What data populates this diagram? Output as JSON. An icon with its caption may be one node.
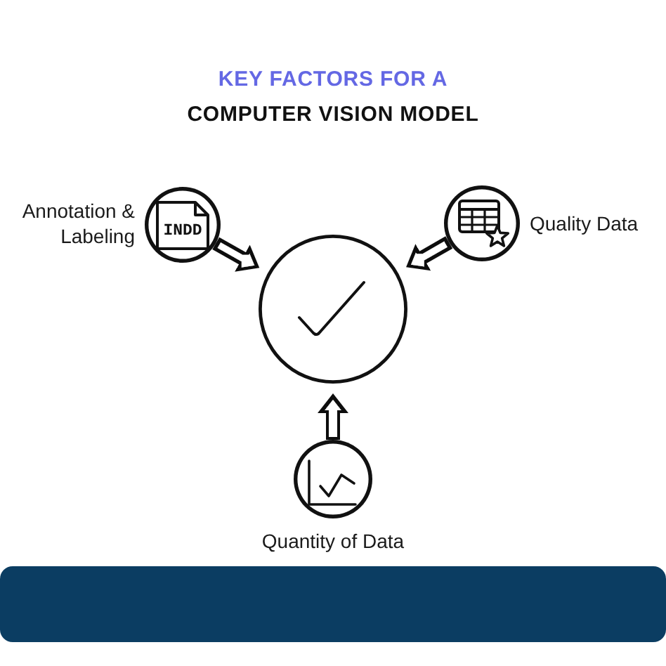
{
  "diagram": {
    "title": "KEY FACTORS FOR A",
    "nodes": [
      {
        "text": [],
        "shape": "circle",
        "beside": [
          "Annotation & Labeling"
        ]
      },
      {
        "text": [
          "INDD"
        ],
        "in": 0
      },
      {
        "text": [],
        "shape": "circle",
        "beside": [
          "Quality Data"
        ]
      },
      {
        "text": [],
        "shape": "circle"
      },
      {
        "text": [],
        "shape": "circle",
        "beside": [
          "Quantity of Data"
        ]
      }
    ],
    "edges": [
      {
        "from": 0,
        "to": 3,
        "arrow": "to"
      },
      {
        "from": 2,
        "to": 3,
        "arrow": "to"
      },
      {
        "from": 4,
        "to": 3,
        "arrow": "to"
      }
    ],
    "labels": [
      "COMPUTER VISION MODEL"
    ]
  }
}
